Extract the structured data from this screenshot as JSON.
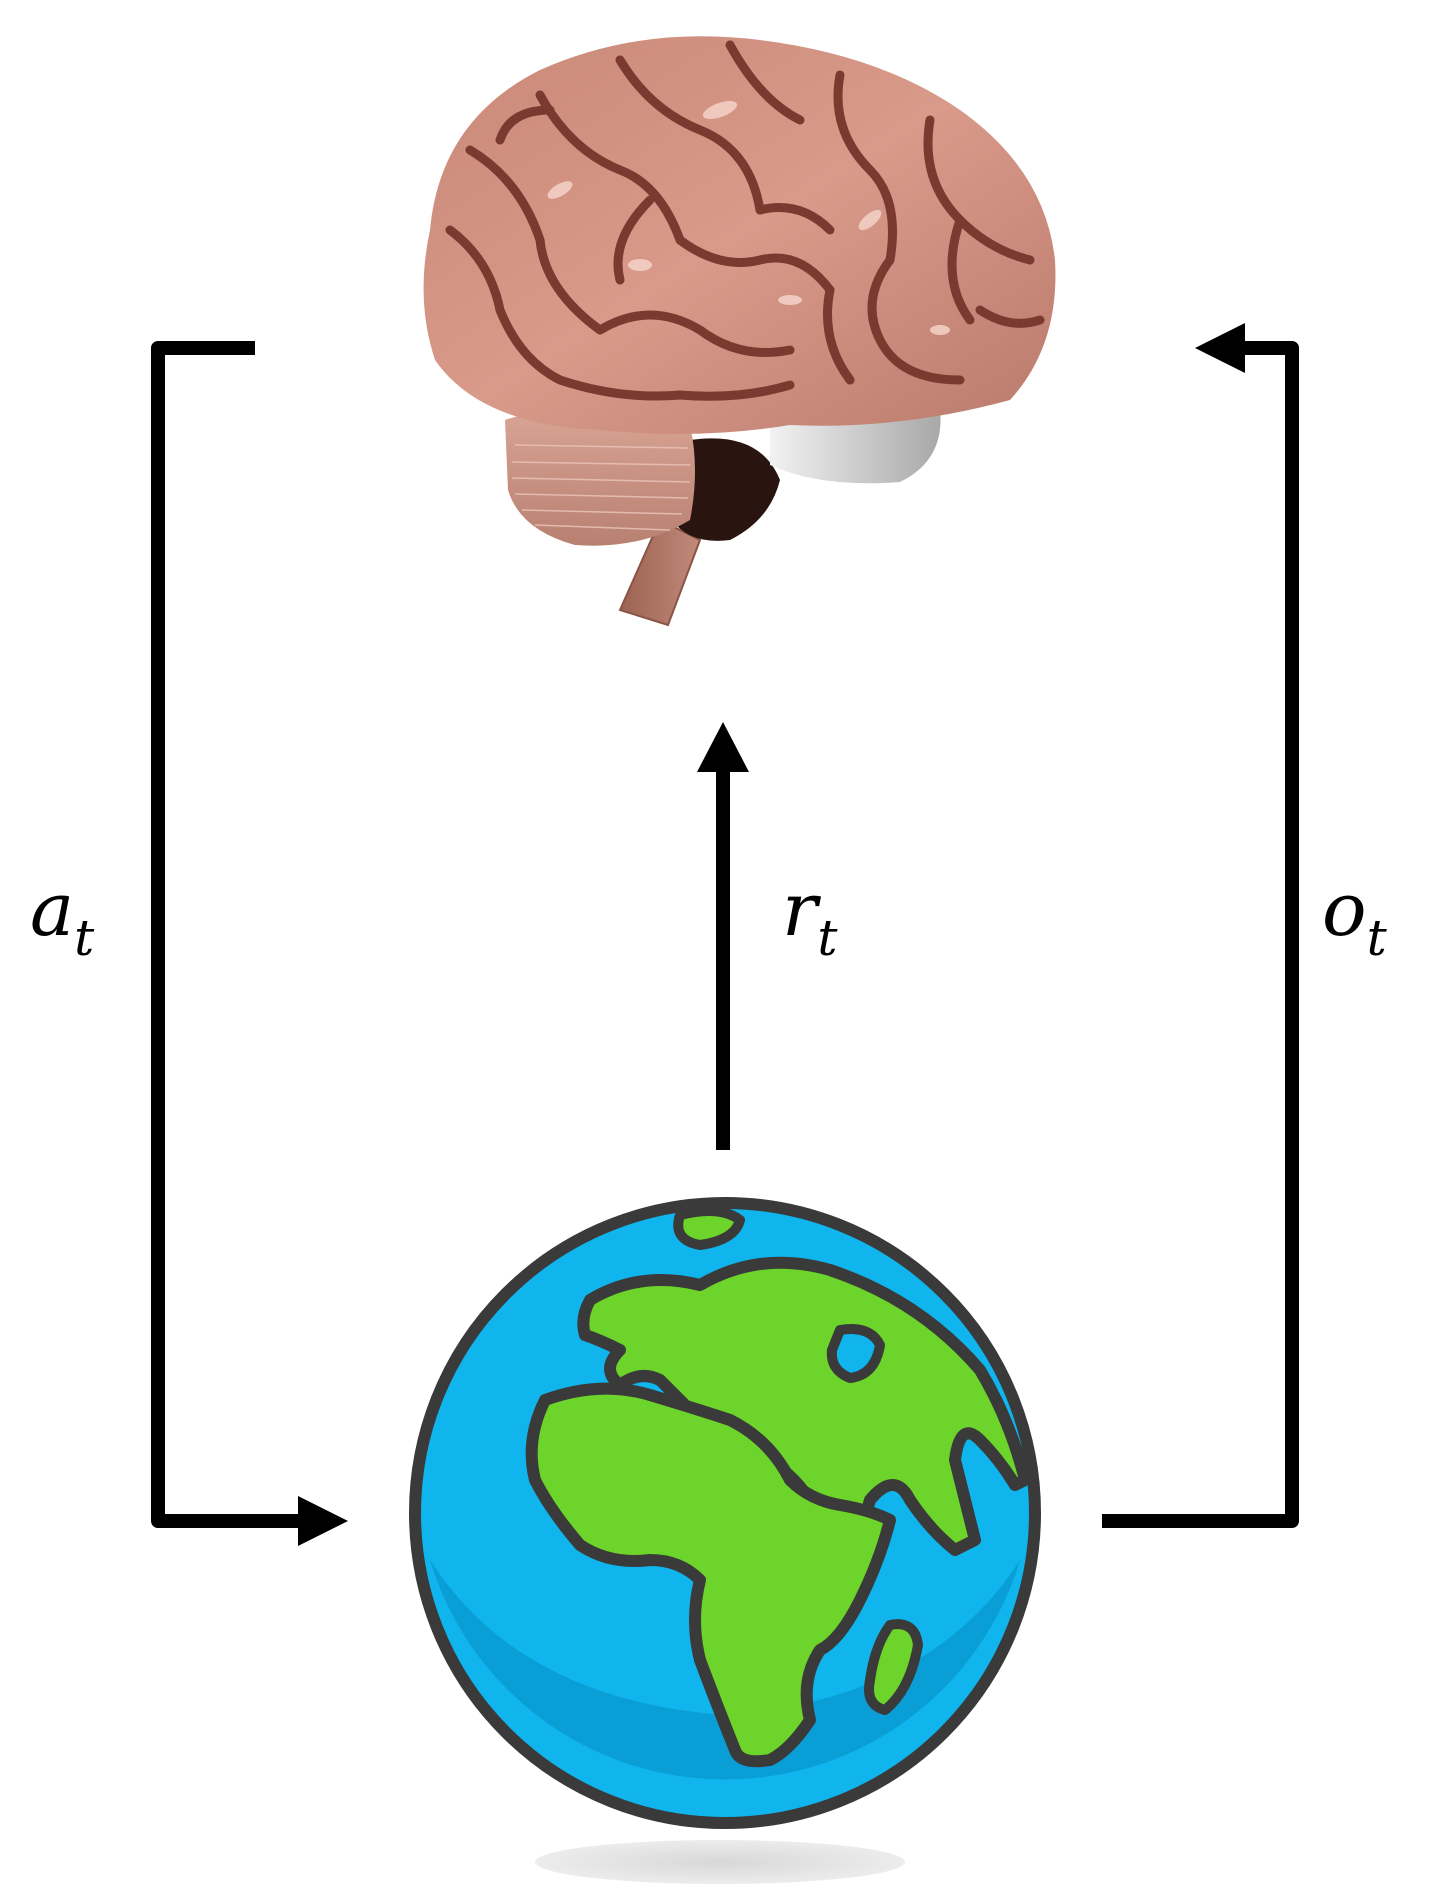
{
  "diagram": {
    "agent": {
      "icon": "brain-icon"
    },
    "environment": {
      "icon": "earth-globe-icon"
    },
    "action": {
      "symbol": "a",
      "subscript": "t"
    },
    "reward": {
      "symbol": "r",
      "subscript": "t"
    },
    "observation": {
      "symbol": "o",
      "subscript": "t"
    }
  },
  "colors": {
    "arrow": "#000000",
    "ocean": "#0fb5ec",
    "ocean_shade": "#0a9ed6",
    "land": "#6cd42a",
    "outline": "#3a3a3a",
    "brain": "#d99a8a",
    "brain_folds": "#7a3a30",
    "brain_stem": "#a86a5a",
    "shadow": "#e2e2e2"
  }
}
